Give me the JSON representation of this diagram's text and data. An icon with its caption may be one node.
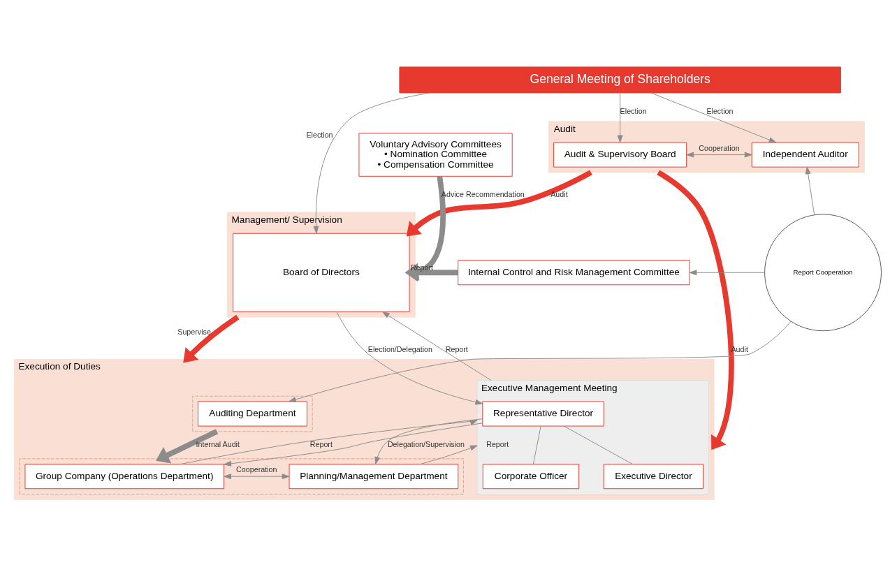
{
  "diagram": {
    "nodes": [
      {
        "text": [
          "General Meeting of Shareholders"
        ]
      },
      {
        "text": [
          "Management/ Supervision"
        ]
      },
      {
        "text": [
          "Board of Directors"
        ],
        "in": 1
      },
      {
        "text": [
          "Audit"
        ]
      },
      {
        "text": [
          "Audit & Supervisory Board"
        ],
        "in": 3
      },
      {
        "text": [
          "Independent Auditor"
        ],
        "in": 3
      },
      {
        "text": [
          "Voluntary Advisory Committees",
          "• Nomination Committee",
          "• Compensation Committee"
        ]
      },
      {
        "text": [
          "Internal Control and Risk Management Committee"
        ]
      },
      {
        "text": [
          "Report Cooperation"
        ]
      },
      {
        "text": [
          "Execution of Duties"
        ]
      },
      {
        "text": [
          "Executive Management Meeting"
        ],
        "in": 9
      },
      {
        "text": [
          "Representative Director"
        ],
        "in": 10
      },
      {
        "text": [
          "Executive Director"
        ],
        "in": 10
      },
      {
        "text": [
          "Corporate Officer"
        ],
        "in": 10
      },
      {
        "text": [],
        "shape": "box",
        "in": 9
      },
      {
        "text": [
          "Auditing Department"
        ],
        "in": 14
      },
      {
        "text": [],
        "shape": "box",
        "in": 9
      },
      {
        "text": [
          "Planning/Management Department"
        ],
        "in": 16
      },
      {
        "text": [
          "Group Company (Operations Department)"
        ],
        "in": 16
      }
    ],
    "edges": [
      {
        "from": 0,
        "to": 2,
        "arrow": "to",
        "label": "Election"
      },
      {
        "from": 0,
        "to": 4,
        "arrow": "to",
        "label": "Election"
      },
      {
        "from": 0,
        "to": 5,
        "arrow": "to",
        "label": "Election"
      },
      {
        "from": 4,
        "to": 5,
        "arrow": "both",
        "label": "Cooperation"
      },
      {
        "from": 3,
        "to": 2,
        "arrow": "to",
        "label": "Audit",
        "style": "thick",
        "color": "#e8392f"
      },
      {
        "from": 6,
        "to": 2,
        "arrow": "to",
        "label": "Advice Recommendation",
        "style": "thick"
      },
      {
        "from": 7,
        "to": 2,
        "arrow": "to",
        "label": "Report",
        "style": "thick"
      },
      {
        "from": 8,
        "to": 5,
        "arrow": "to"
      },
      {
        "from": 8,
        "to": 7,
        "arrow": "to"
      },
      {
        "from": 8,
        "to": 15,
        "arrow": "to"
      },
      {
        "from": 3,
        "to": 9,
        "arrow": "to",
        "label": "Audit",
        "style": "thick",
        "color": "#e8392f"
      },
      {
        "from": 1,
        "to": 9,
        "arrow": "to",
        "label": "Supervise",
        "style": "thick",
        "color": "#e8392f"
      },
      {
        "from": 10,
        "to": 2,
        "arrow": "to",
        "label": "Report"
      },
      {
        "from": 2,
        "to": 11,
        "arrow": "to",
        "label": "Election/Delegation"
      },
      {
        "from": 11,
        "to": 12,
        "arrow": "none"
      },
      {
        "from": 11,
        "to": 13,
        "arrow": "none"
      },
      {
        "from": 11,
        "to": 17,
        "arrow": "to",
        "label": "Delegation/Supervision"
      },
      {
        "from": 11,
        "to": 18,
        "arrow": "to"
      },
      {
        "from": 17,
        "to": 10,
        "arrow": "to",
        "label": "Report"
      },
      {
        "from": 18,
        "to": 10,
        "arrow": "to",
        "label": "Report"
      },
      {
        "from": 14,
        "to": 16,
        "arrow": "to",
        "label": "Internal Audit",
        "style": "thick"
      },
      {
        "from": 17,
        "to": 18,
        "arrow": "both",
        "label": "Cooperation"
      }
    ]
  }
}
